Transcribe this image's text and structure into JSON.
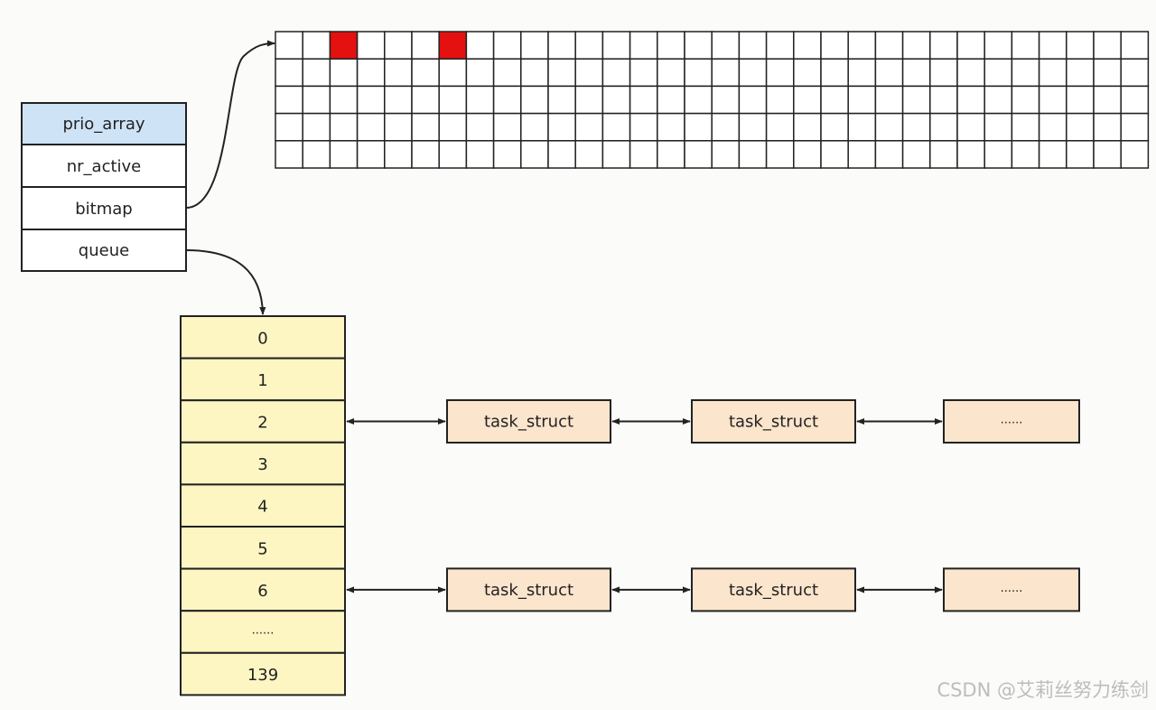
{
  "prio_array": {
    "fields": [
      "prio_array",
      "nr_active",
      "bitmap",
      "queue"
    ],
    "header_color": "#cfe3f7"
  },
  "bitmap": {
    "rows": 5,
    "cols": 32,
    "set_bits": [
      [
        0,
        2
      ],
      [
        0,
        6
      ]
    ],
    "set_color": "#e51010"
  },
  "queue": {
    "items": [
      "0",
      "1",
      "2",
      "3",
      "4",
      "5",
      "6",
      "......",
      "139"
    ],
    "fill_color": "#fdf6c3"
  },
  "task_lists": [
    {
      "queue_index": 2,
      "nodes": [
        "task_struct",
        "task_struct",
        "......"
      ]
    },
    {
      "queue_index": 6,
      "nodes": [
        "task_struct",
        "task_struct",
        "......"
      ]
    }
  ],
  "task_color": "#fbe5cc",
  "watermark": "CSDN @艾莉丝努力练剑"
}
